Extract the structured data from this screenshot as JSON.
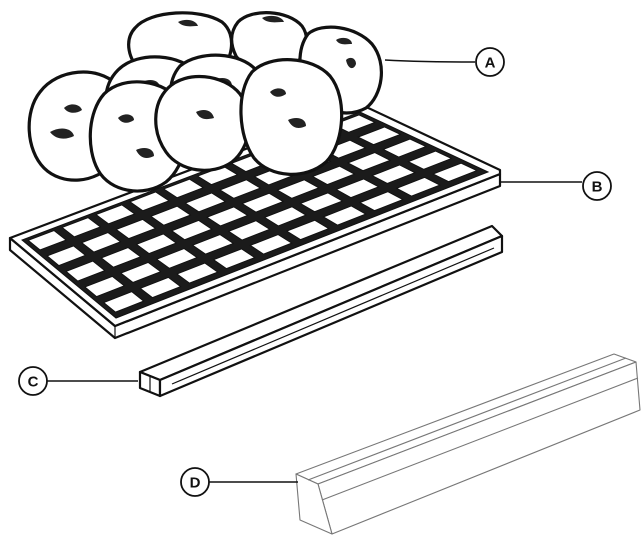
{
  "colors": {
    "line": "#111111",
    "background": "#ffffff",
    "cell": "#1b1b1b",
    "light_part": "#777777"
  },
  "callouts": [
    {
      "id": "A",
      "label": "A",
      "part": "ice-cubes"
    },
    {
      "id": "B",
      "label": "B",
      "part": "ice-tray"
    },
    {
      "id": "C",
      "label": "C",
      "part": "tray-rail"
    },
    {
      "id": "D",
      "label": "D",
      "part": "rail-cover"
    }
  ]
}
